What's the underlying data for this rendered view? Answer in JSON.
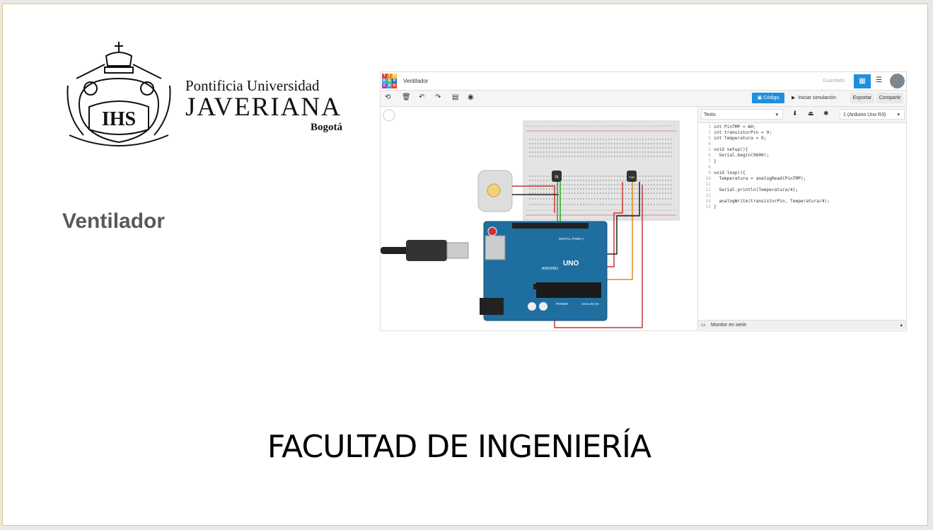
{
  "university": {
    "line1": "Pontificia Universidad",
    "line2": "JAVERIANA",
    "line3": "Bogotá",
    "seal_text": "IHS"
  },
  "slide": {
    "subtitle": "Ventilador",
    "title": "FACULTAD DE INGENIERÍA"
  },
  "tinkercad": {
    "logo_letters": [
      "T",
      "I",
      "N",
      "K",
      "E",
      "R",
      "C",
      "A",
      "D"
    ],
    "project_name": "Ventilador",
    "saved_status": "Guardado",
    "code_button": "Código",
    "simulate_button": "Iniciar simulación",
    "export_button": "Exportar",
    "share_button": "Compartir",
    "code_mode": "Texto",
    "board_select": "1 (Arduino Uno R3)",
    "serial_monitor": "Monitor en serie",
    "code_lines": [
      "int PinTMP = A0;",
      "int transistorPin = 9;",
      "int Temperatura = 0;",
      "",
      "void setup(){",
      "  Serial.begin(9600);",
      "}",
      "",
      "void loop(){",
      "  Temperatura = analogRead(PinTMP);",
      "",
      "  Serial.println(Temperatura/4);",
      "",
      "  analogWrite(transistorPin, Temperatura/4);",
      "}"
    ],
    "components": {
      "transistor_label": "N",
      "sensor_label": "TMP",
      "arduino_brand": "ARDUINO",
      "arduino_model": "UNO",
      "digital_label": "DIGITAL (PWM~)",
      "power_label": "POWER",
      "analog_label": "ANALOG IN"
    }
  }
}
